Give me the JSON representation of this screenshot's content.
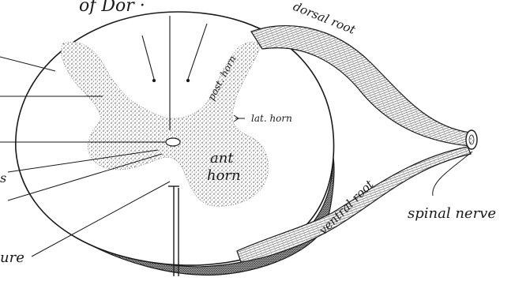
{
  "labels": {
    "top_fragment": "of   Dor   ·",
    "dorsal_root": "dorsal root",
    "post_horn": "post. horn",
    "lat_horn": "lat. horn",
    "ant_horn_1": "ant",
    "ant_horn_2": "horn",
    "ventral_root": "ventral root",
    "spinal_nerve": "spinal nerve",
    "left_fragment_1": "s",
    "left_fragment_2": "ure"
  },
  "colors": {
    "ink": "#1a1a1a",
    "stipple": "#3a3a3a",
    "paper": "#ffffff",
    "shadow": "#2b2b2b"
  }
}
